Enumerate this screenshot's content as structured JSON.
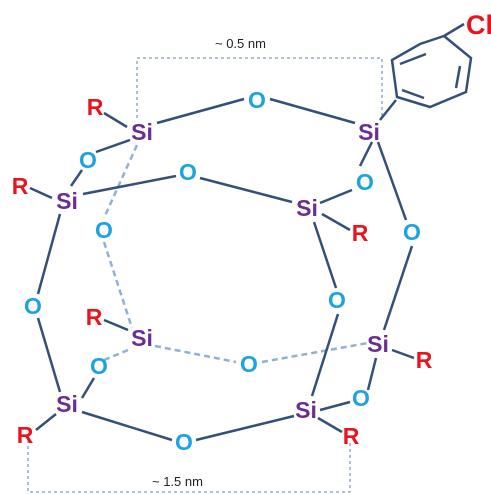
{
  "labels": {
    "dim_top": "~ 0.5 nm",
    "dim_bottom": "~ 1.5 nm",
    "silicon": "Si",
    "oxygen": "O",
    "substituent": "R",
    "chlorine": "Cl"
  },
  "colors": {
    "silicon": "#6b2d8f",
    "oxygen": "#1ea3e0",
    "substituent": "#e8141e",
    "bond": "#34507a",
    "back_bond": "#8fb0d8",
    "dimension_line": "#5b7fb5"
  }
}
